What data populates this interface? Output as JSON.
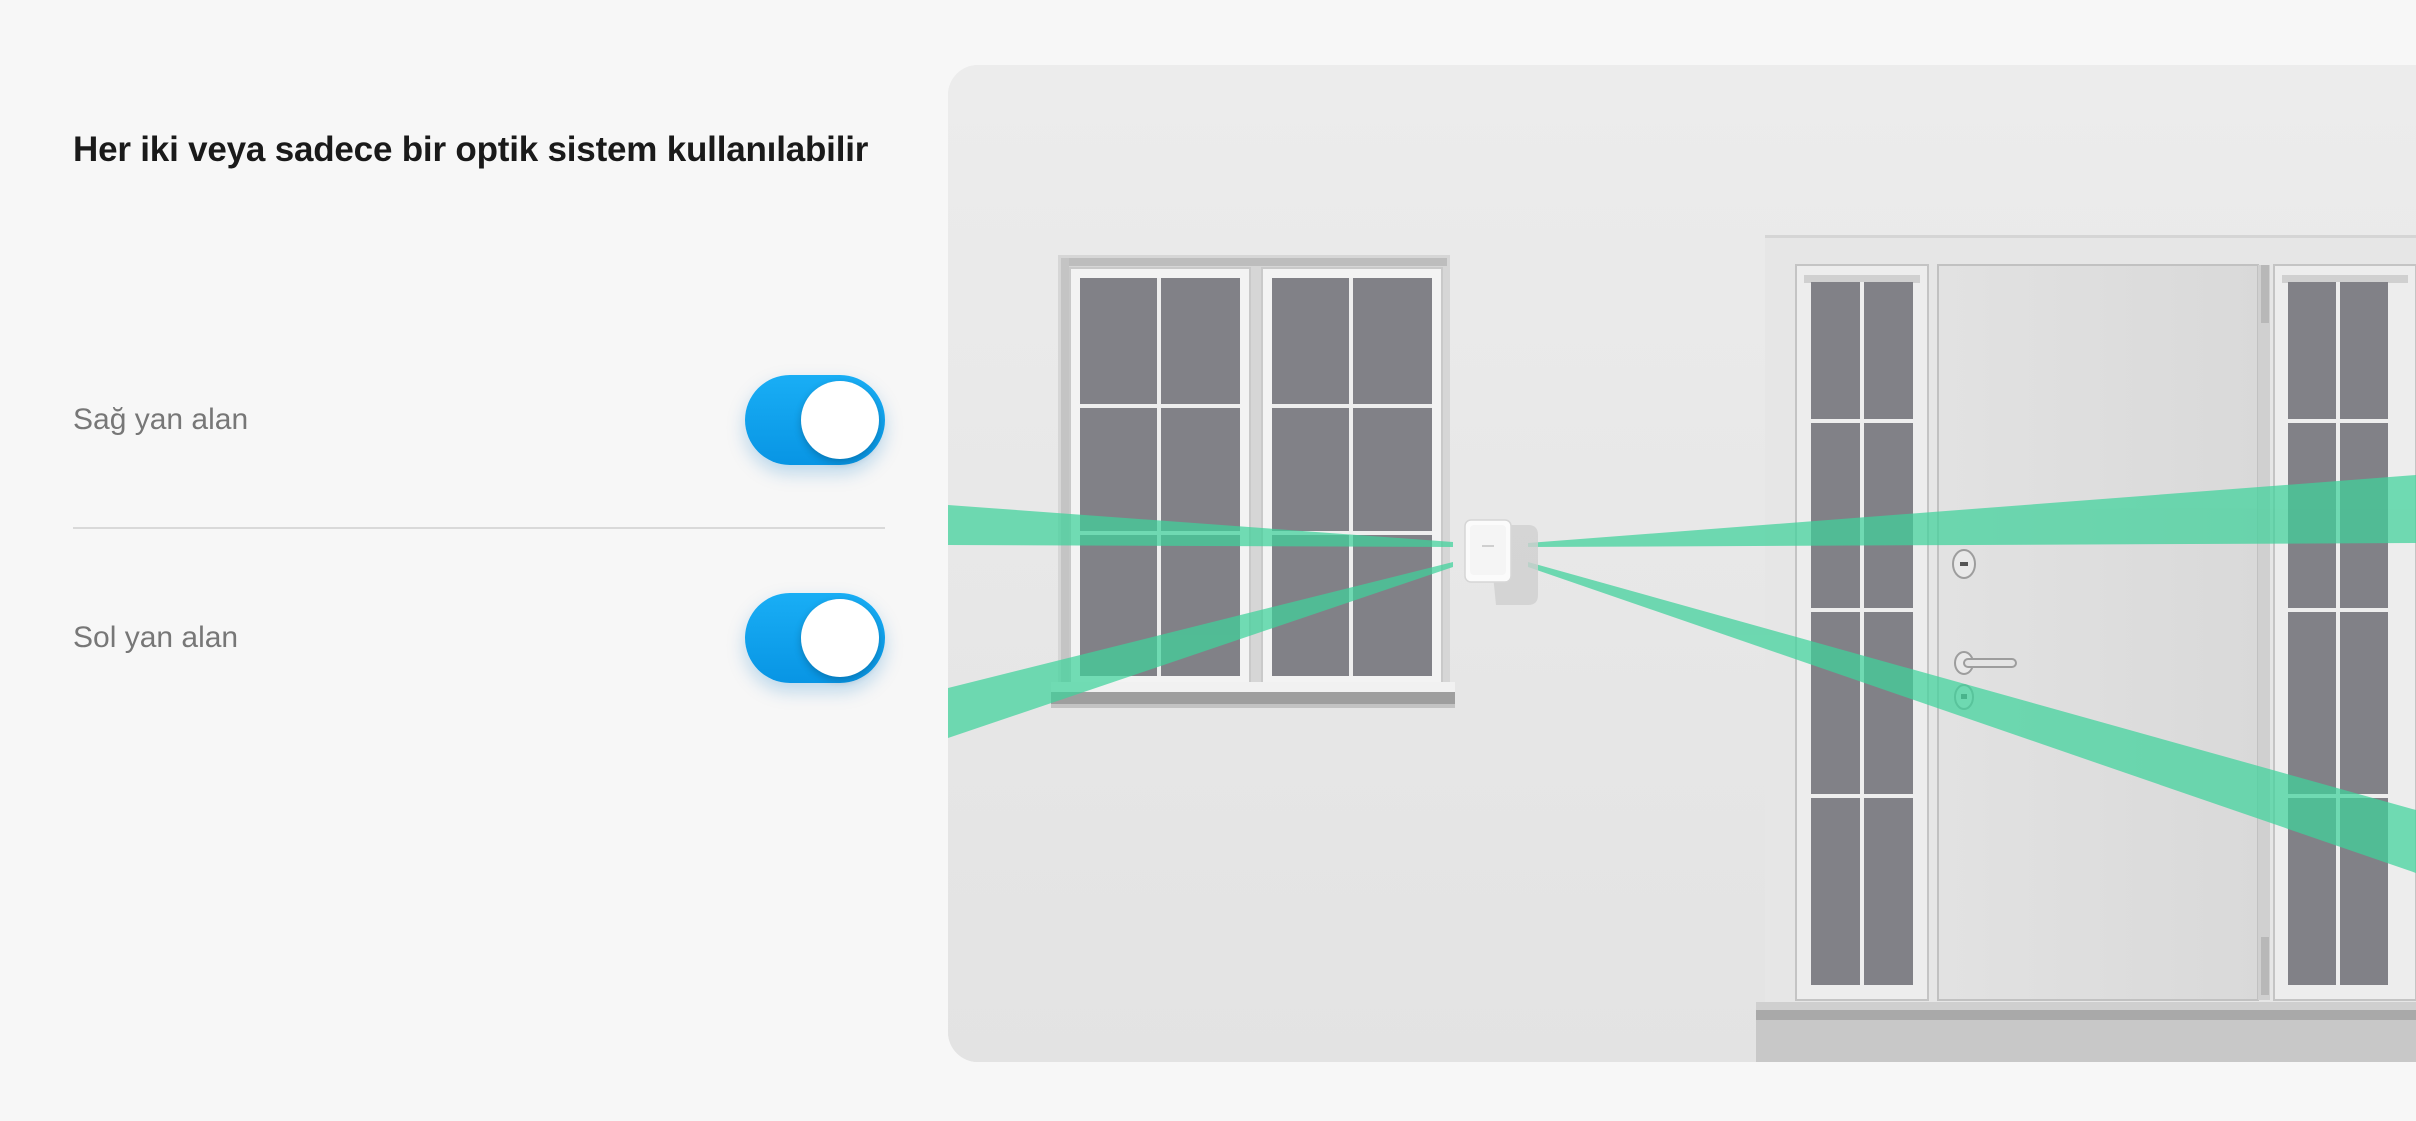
{
  "page": {
    "title": "Her iki veya sadece bir optik sistem kullanılabilir"
  },
  "options": [
    {
      "label": "Sağ yan alan",
      "enabled": true
    },
    {
      "label": "Sol yan alan",
      "enabled": true
    }
  ],
  "colors": {
    "accent": "#0ea5f0",
    "beam": "#3fd29b",
    "background": "#f7f7f7"
  },
  "illustration": {
    "name": "wall-with-window-door-and-dual-beam-detector"
  }
}
